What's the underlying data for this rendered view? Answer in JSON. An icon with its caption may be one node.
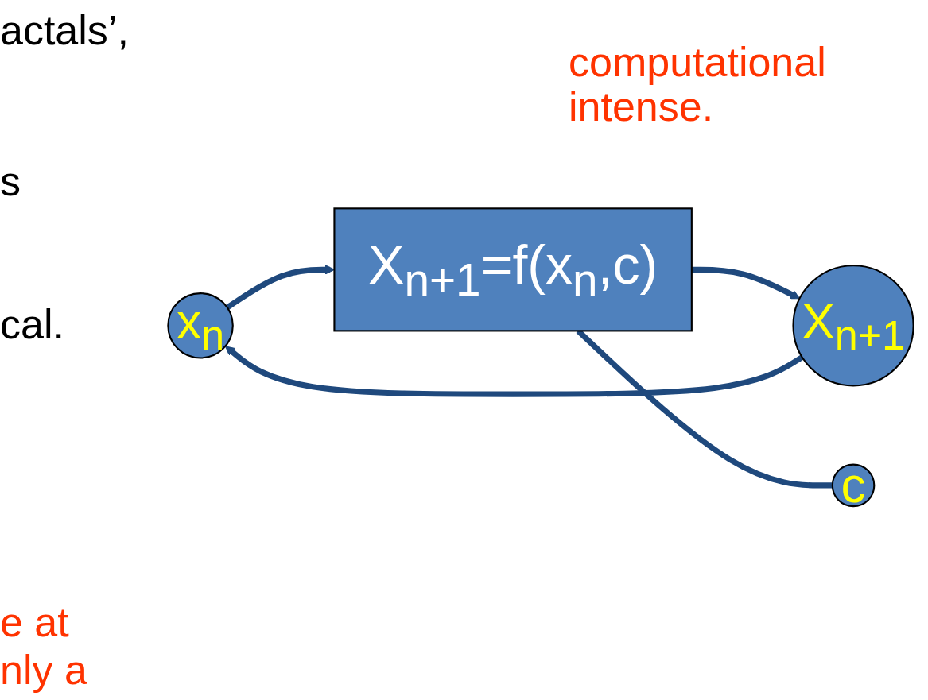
{
  "diagram": {
    "nodes": [
      {
        "text": [
          "c"
        ]
      },
      {
        "text": [
          "x$_{n}$"
        ]
      },
      {
        "text": [
          "X$_{n+1}$=f(x$_{n}$,c)"
        ]
      },
      {
        "text": [
          "X$_{n+1}$"
        ]
      }
    ],
    "edges": [
      {
        "from": 1,
        "to": 2,
        "arrow": "to"
      },
      {
        "from": 2,
        "to": 3,
        "arrow": "to"
      },
      {
        "from": 2,
        "to": 0,
        "arrow": "none"
      },
      {
        "from": 3,
        "to": 1,
        "arrow": "to"
      }
    ],
    "labels": [
      "actals’,",
      "computational intense.",
      "s",
      "cal.",
      "e at",
      "nly a"
    ]
  }
}
